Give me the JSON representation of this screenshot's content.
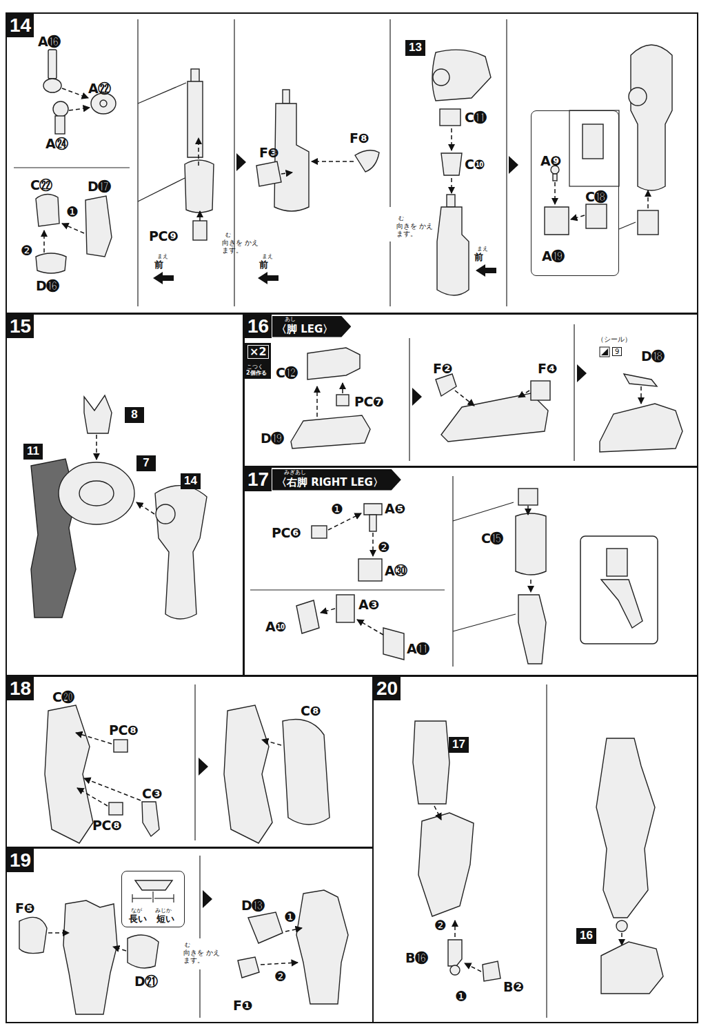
{
  "diagram": {
    "nodes": [
      {
        "text": [
          "14"
        ]
      },
      {
        "text": [
          "A❾",
          "C⓲",
          "A⓳"
        ],
        "in": 0
      },
      {
        "text": [
          "15"
        ]
      },
      {
        "text": [
          "16",
          "〈脚 LEG〉"
        ]
      },
      {
        "text": [
          "×2",
          "2個作る"
        ],
        "in": 3
      },
      {
        "text": [
          "17",
          "〈右脚 RIGHT LEG〉"
        ]
      },
      {
        "text": [
          "18"
        ]
      },
      {
        "text": [
          "19"
        ]
      },
      {
        "text": [
          "長い",
          "短い"
        ],
        "in": 7
      },
      {
        "text": [
          "20"
        ]
      }
    ],
    "labels": [
      "A⓰",
      "A㉒",
      "A㉔",
      "C㉒",
      "❶",
      "D⓱",
      "❷",
      "D⓰",
      "PC❾",
      "まえ",
      "前",
      "む",
      "向きを かえます。",
      "F❸",
      "F❽",
      "まえ",
      "前",
      "13",
      "C⓫",
      "C❿",
      "む",
      "向きを かえます。",
      "まえ",
      "前",
      "8",
      "11",
      "7",
      "14",
      "あし",
      "C⓬",
      "PC❼",
      "D⓳",
      "F❷",
      "F❹",
      "（シール）",
      "9",
      "D⓲",
      "こつく",
      "みぎあし",
      "❶",
      "A❺",
      "PC❻",
      "❷",
      "A㉚",
      "A❸",
      "A❿",
      "A⓫",
      "C⓯",
      "C⓴",
      "PC❽",
      "C❸",
      "PC❽",
      "C❽",
      "F❺",
      "なが",
      "みじか",
      "D㉑",
      "む",
      "向きを かえます。",
      "D⓭",
      "❶",
      "F❶",
      "❷",
      "17",
      "❷",
      "B⓰",
      "❶",
      "B❷",
      "16"
    ]
  }
}
